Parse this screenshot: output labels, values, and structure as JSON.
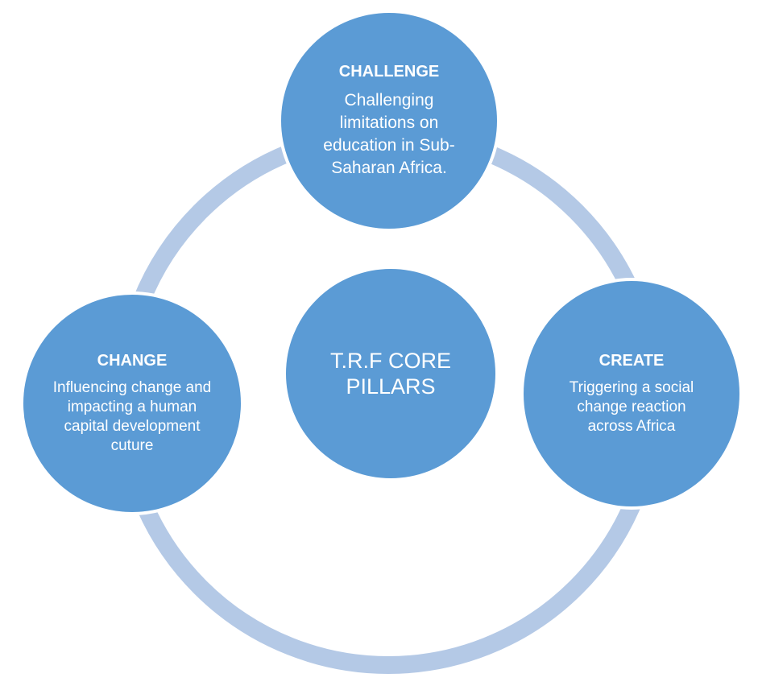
{
  "diagram": {
    "center": {
      "text": "T.R.F CORE PILLARS"
    },
    "nodes": [
      {
        "id": "challenge",
        "title": "CHALLENGE",
        "description": "Challenging limitations on education in Sub-Saharan Africa."
      },
      {
        "id": "create",
        "title": "CREATE",
        "description": "Triggering a social change reaction across Africa"
      },
      {
        "id": "change",
        "title": "CHANGE",
        "description": "Influencing change and impacting a human capital development cuture"
      }
    ]
  },
  "colors": {
    "node_fill": "#5b9bd5",
    "ring": "#b4c9e6",
    "text": "#ffffff",
    "background": "#ffffff"
  }
}
